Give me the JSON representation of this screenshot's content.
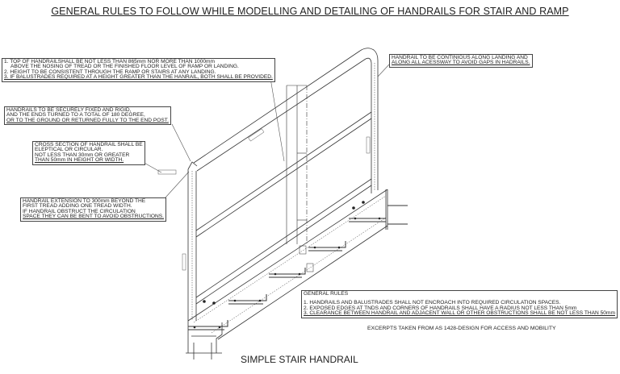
{
  "title": "GENERAL RULES TO FOLLOW WHILE MODELLING AND DETAILING OF HANDRAILS FOR STAIR AND RAMP",
  "caption": "SIMPLE STAIR HANDRAIL",
  "notes": {
    "height": [
      "1. TOP OF HANDRAILSHALL BE NOT LESS THAN 865mm NOR MORE THAN 1000mm",
      "    ABOVE THE NOSING OF TREAD OR THE FINISHED FLOOR LEVEL OF RAMP OR LANDING.",
      "2. HEIGHT TO BE CONSISTENT THROUGH THE RAMP OR STAIRS AT ANY LANDING.",
      "3. IF BALUSTRADES REQUIRED AT A HEIGHT GREATER THAN THE HANRAIL, BOTH SHALL BE PROVIDED."
    ],
    "fixing": [
      "HANDRAILS TO BE SECURELY FIXED AND RIGID,",
      "AND THE ENDS TURNED TO A TOTAL OF 180 DEGREE,",
      "OR TO THE GROUND OR RETURNED FULLY TO THE END POST."
    ],
    "cross_section": [
      "CROSS SECTION OF HANDRAIL SHALL BE",
      "ELEPTICAL OR CIRCULAR.",
      "NOT LESS THAN 30mm OR GREATER",
      "THAN 50mm IN HEIGHT OR WIDTH."
    ],
    "extension": [
      "HANDRAIL EXTENSION TO 300mm BEYOND THE",
      "FIRST TREAD ADDING ONE TREAD WIDTH.",
      "IF HANDRAIL OBSTRUCT THE CIRCULATION",
      "SPACE THEY CAN BE BENT TO AVOID OBSTRUCTIONS."
    ],
    "continuous": [
      "HANDRAIL TO BE CONTINIOUS ALONG LANDING AND",
      "ALONG ALL ACESSWAY TO AVOID GAPS IN HADRAILS."
    ]
  },
  "general_rules": {
    "heading": "GENERAL RULES",
    "items": [
      "1. HANDRAILS AND BALUSTRADES SHALL NOT ENCROACH INTO REQUIRED CIRCULATION SPACES.",
      "2. EXPOSED EDGES AT TNDS AND CORNERS OF HANDRAILS SHALL HAVE A RADIUS NOT LESS THAN 5mm",
      "3. CLEARANCE BETWEEN HANDRAIL AND ADJACENT WALL OR OTHER OBSTRUCTIONS SHALL BE NOT LESS THAN 50mm"
    ]
  },
  "excerpt": "EXCERPTS TAKEN FROM AS 1428-DESIGN FOR ACCESS AND MOBILITY"
}
